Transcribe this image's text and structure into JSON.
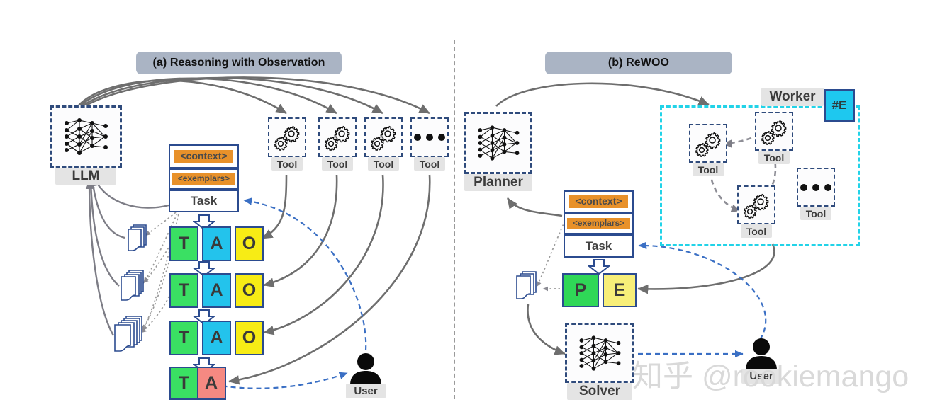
{
  "panels": {
    "left": {
      "title": "(a) Reasoning with Observation"
    },
    "right": {
      "title": "(b) ReWOO"
    }
  },
  "left": {
    "llm": {
      "caption": "LLM",
      "icon": "neural-network-icon"
    },
    "tools": [
      {
        "caption": "Tool",
        "icon": "gears-icon"
      },
      {
        "caption": "Tool",
        "icon": "gears-icon"
      },
      {
        "caption": "Tool",
        "icon": "gears-icon"
      },
      {
        "caption": "Tool",
        "icon": "ellipsis-icon"
      }
    ],
    "prompt": {
      "context": "<context>",
      "exemplars": "<exemplars>",
      "task": "Task"
    },
    "steps": [
      {
        "cells": [
          {
            "label": "T",
            "color": "#3ae063"
          },
          {
            "label": "A",
            "color": "#23c3ec"
          },
          {
            "label": "O",
            "color": "#f7ec15"
          }
        ]
      },
      {
        "cells": [
          {
            "label": "T",
            "color": "#3ae063"
          },
          {
            "label": "A",
            "color": "#23c3ec"
          },
          {
            "label": "O",
            "color": "#f7ec15"
          }
        ]
      },
      {
        "cells": [
          {
            "label": "T",
            "color": "#3ae063"
          },
          {
            "label": "A",
            "color": "#23c3ec"
          },
          {
            "label": "O",
            "color": "#f7ec15"
          }
        ]
      },
      {
        "cells": [
          {
            "label": "T",
            "color": "#3ae063"
          },
          {
            "label": "A",
            "color": "#f58982"
          }
        ]
      }
    ],
    "evidence_stacks": [
      {
        "pages": 3
      },
      {
        "pages": 4
      },
      {
        "pages": 5
      }
    ],
    "user": {
      "caption": "User",
      "icon": "user-icon"
    }
  },
  "right": {
    "planner": {
      "caption": "Planner",
      "icon": "neural-network-icon"
    },
    "worker": {
      "caption": "Worker",
      "badge": "#E",
      "tools": [
        {
          "caption": "Tool",
          "icon": "gears-icon"
        },
        {
          "caption": "Tool",
          "icon": "gears-icon"
        },
        {
          "caption": "Tool",
          "icon": "gears-icon"
        },
        {
          "caption": "Tool",
          "icon": "ellipsis-icon"
        }
      ]
    },
    "prompt": {
      "context": "<context>",
      "exemplars": "<exemplars>",
      "task": "Task"
    },
    "steps": [
      {
        "cells": [
          {
            "label": "P",
            "color": "#2fd757"
          },
          {
            "label": "E",
            "color": "#f7ef79"
          }
        ]
      }
    ],
    "evidence_stacks": [
      {
        "pages": 3
      }
    ],
    "solver": {
      "caption": "Solver",
      "icon": "neural-network-icon"
    },
    "user": {
      "caption": "User",
      "icon": "user-icon"
    }
  },
  "colors": {
    "accent_blue": "#2b4b8f",
    "worker_cyan": "#22d3e8",
    "badge_cyan": "#1ec8ef",
    "panel_pill": "#aab4c4",
    "caption_chip": "#e4e4e4",
    "tag_orange": "#e8912a",
    "arrow_grey": "#6e6e6e",
    "arrow_blue": "#3a6fc4"
  },
  "watermark": {
    "text": "知乎 @rookiemango"
  }
}
